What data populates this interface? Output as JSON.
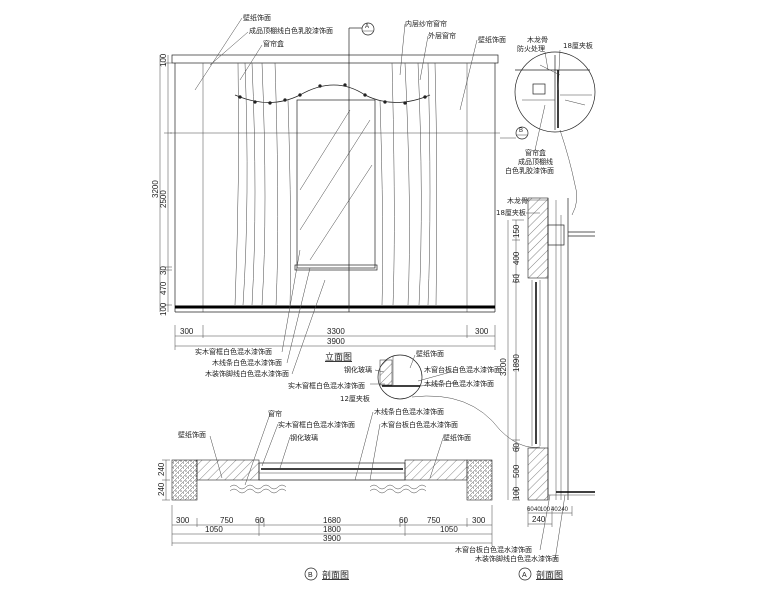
{
  "elevation": {
    "title": "立面图",
    "labels": {
      "wallpaper_left": "壁纸饰面",
      "ceiling_molding": "成品顶棚线白色乳胶漆饰面",
      "curtain_box": "窗帘盒",
      "inner_sheer": "内层纱帘窗帘",
      "outer_curtain": "外层窗帘",
      "wallpaper_right": "壁纸饰面",
      "frame": "实木窗框白色混水漆饰面",
      "wood_strip": "木线条白色混水漆饰面",
      "skirting": "木装饰脚线白色混水漆饰面"
    },
    "dims_h": [
      "300",
      "3300",
      "300"
    ],
    "dim_total_h": "3900",
    "dims_v": [
      "100",
      "2500",
      "30",
      "470",
      "100"
    ],
    "dim_total_v": "3200",
    "section_marker": "A"
  },
  "sill_detail": {
    "labels": {
      "glass": "钢化玻璃",
      "wallpaper": "壁纸饰面",
      "sill_board": "木窗台板白色混水漆饰面",
      "wood_strip": "木线条白色混水漆饰面",
      "frame": "实木窗框白色混水漆饰面",
      "plywood": "12厘夹板"
    }
  },
  "top_detail": {
    "labels": {
      "keel": "木龙骨",
      "fireproof": "防火处理",
      "plywood": "18厘夹板",
      "curtain_box": "窗帘盒",
      "molding_1": "成品顶棚线",
      "molding_2": "白色乳胶漆饰面"
    },
    "section_marker": "B"
  },
  "section_b": {
    "title": "剖面图",
    "marker": "B",
    "labels": {
      "wallpaper_left": "壁纸饰面",
      "curtain": "窗帘",
      "frame": "实木窗框白色混水漆饰面",
      "glass": "钢化玻璃",
      "wood_strip": "木线条白色混水漆饰面",
      "sill_board": "木窗台板白色混水漆饰面",
      "wallpaper_right": "壁纸饰面"
    },
    "dims_row1": [
      "300",
      "750",
      "60",
      "1680",
      "60",
      "750",
      "300"
    ],
    "dims_row2": [
      "1050",
      "1800",
      "1050"
    ],
    "dim_total": "3900",
    "dims_v": [
      "240",
      "240"
    ]
  },
  "section_a": {
    "title": "剖面图",
    "marker": "A",
    "labels": {
      "keel": "木龙骨",
      "plywood": "18厘夹板",
      "sill_board": "木窗台板白色混水漆饰面",
      "skirting": "木装饰脚线白色混水漆饰面"
    },
    "dims_v": [
      "150",
      "400",
      "60",
      "1890",
      "60",
      "500",
      "100"
    ],
    "dim_total_v": "3200",
    "dims_bottom": [
      "60",
      "40",
      "100",
      "40",
      "240"
    ],
    "dim_bottom_total": "240"
  }
}
